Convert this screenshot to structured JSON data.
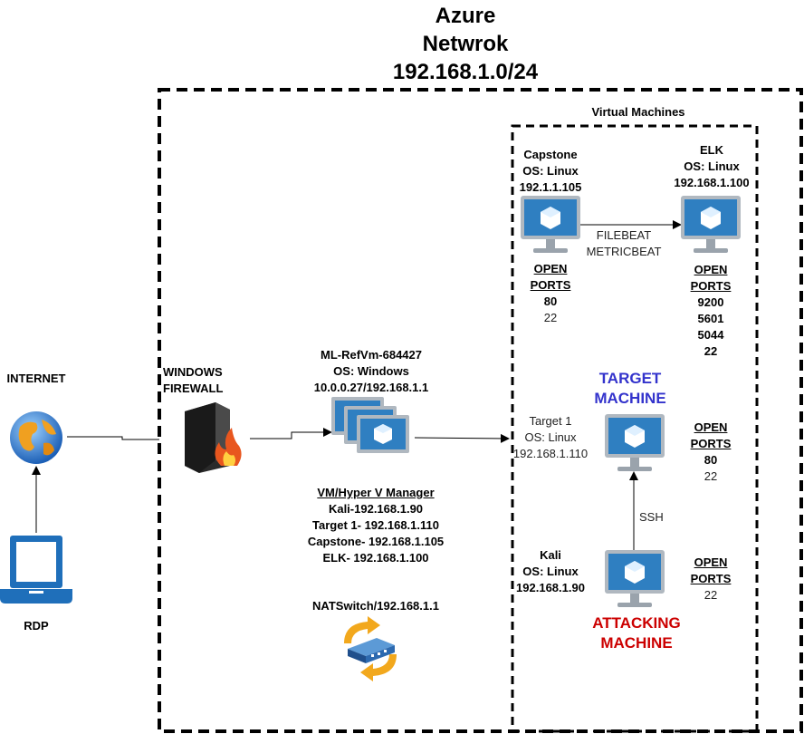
{
  "title": {
    "line1": "Azure",
    "line2": "Netwrok",
    "line3": "192.168.1.0/24"
  },
  "colors": {
    "target": "#3333cc",
    "attacking": "#cc0000",
    "border": "#000000",
    "vm_screen": "#2f7fc1",
    "vm_frame": "#b0b8c0"
  },
  "internet": {
    "label": "INTERNET",
    "icon": "globe-icon"
  },
  "rdp": {
    "label": "RDP",
    "icon": "laptop-icon"
  },
  "firewall": {
    "line1": "WINDOWS",
    "line2": "FIREWALL",
    "icon": "firewall-icon"
  },
  "host": {
    "name": "ML-RefVm-684427",
    "os": "OS: Windows",
    "ip": "10.0.0.27/192.168.1.1",
    "manager_title": "VM/Hyper V Manager ",
    "entries": [
      "Kali-192.168.1.90",
      "Target 1- 192.168.1.110",
      "Capstone- 192.168.1.105",
      "ELK-  192.168.1.100"
    ],
    "icon": "vm-stack-icon"
  },
  "natswitch": {
    "label": "NATSwitch/192.168.1.1",
    "icon": "switch-icon"
  },
  "vm_group": {
    "label": "Virtual Machines"
  },
  "capstone": {
    "name": "Capstone",
    "os": "OS: Linux",
    "ip": "192.1.1.105",
    "ports_title_1": "OPEN",
    "ports_title_2": "PORTS",
    "port_1": "80",
    "port_2": "22"
  },
  "elk": {
    "name": "ELK",
    "os": "OS: Linux",
    "ip": "192.168.1.100",
    "ports_title_1": "OPEN",
    "ports_title_2": "PORTS",
    "ports": [
      "9200",
      "5601",
      "5044",
      "22"
    ]
  },
  "beats": {
    "line1": "FILEBEAT",
    "line2": "METRICBEAT"
  },
  "target": {
    "heading_1": "TARGET",
    "heading_2": "MACHINE",
    "name": "Target 1",
    "os": "OS: Linux",
    "ip": "192.168.1.110",
    "ports_title_1": "OPEN",
    "ports_title_2": "PORTS",
    "port_1": "80",
    "port_2": "22"
  },
  "ssh": {
    "label": "SSH"
  },
  "kali": {
    "name": "Kali",
    "os": "OS: Linux",
    "ip": "192.168.1.90",
    "ports_title_1": "OPEN",
    "ports_title_2": "PORTS",
    "port_1": "22",
    "heading_1": "ATTACKING",
    "heading_2": "MACHINE"
  }
}
